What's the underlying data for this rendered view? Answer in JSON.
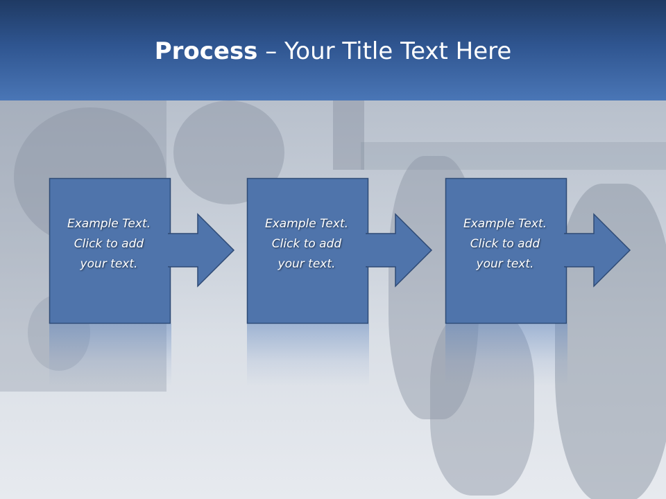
{
  "slide": {
    "title_bold": "Process",
    "title_rest": " – Your Title Text Here"
  },
  "steps": [
    {
      "line1": "Example Text.",
      "line2": "Click  to add",
      "line3": "your text."
    },
    {
      "line1": "Example Text.",
      "line2": "Click  to add",
      "line3": "your text."
    },
    {
      "line1": "Example Text.",
      "line2": "Click  to add",
      "line3": "your text."
    }
  ],
  "colors": {
    "header_top": "#1f3a63",
    "header_bottom": "#4a76b6",
    "shape_fill": "#4f74ab",
    "shape_border": "#2e4a75"
  }
}
